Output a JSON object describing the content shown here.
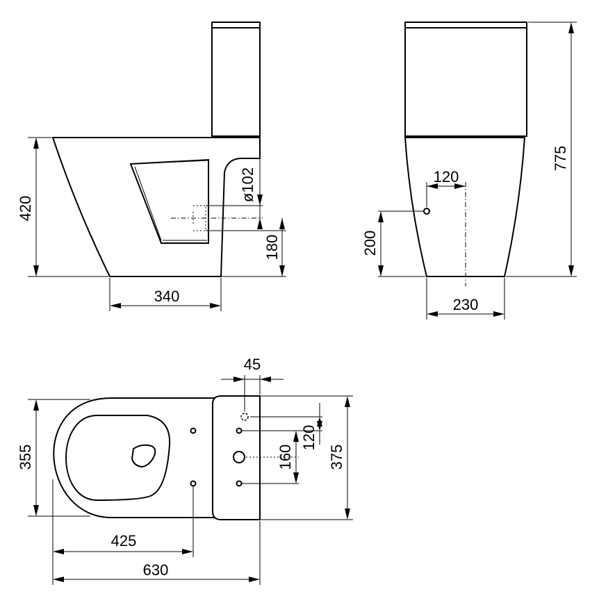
{
  "diagram": {
    "side_view": {
      "height_label": "420",
      "depth_label": "340",
      "outlet_diameter_label": "ø102",
      "outlet_height_label": "180"
    },
    "rear_view": {
      "total_height_label": "775",
      "inlet_height_label": "200",
      "inlet_offset_label": "120",
      "base_width_label": "230"
    },
    "top_view": {
      "fixing_hole_offset_label": "45",
      "width_label": "355",
      "tank_width_label": "375",
      "hole_spacing_label": "120",
      "outlet_spacing_label": "160",
      "fixing_distance_label": "425",
      "total_length_label": "630"
    }
  }
}
